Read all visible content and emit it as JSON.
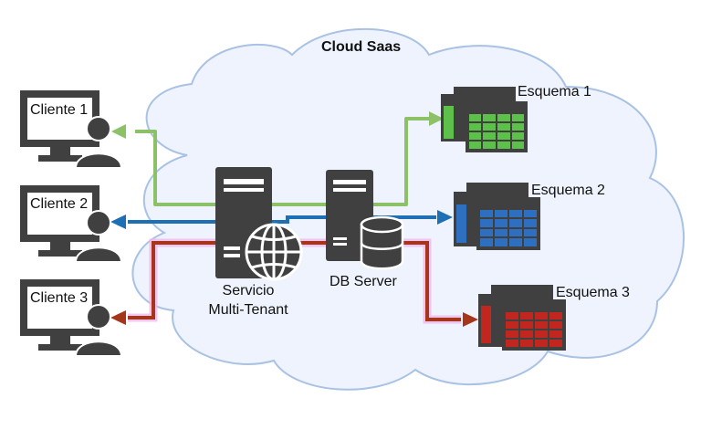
{
  "cloud": {
    "title": "Cloud Saas",
    "fill": "#eef3fd",
    "stroke": "#a9c2e3"
  },
  "clients": [
    {
      "label": "Cliente 1"
    },
    {
      "label": "Cliente 2"
    },
    {
      "label": "Cliente 3"
    }
  ],
  "service": {
    "line1": "Servicio",
    "line2": "Multi-Tenant"
  },
  "db_server": {
    "label": "DB Server"
  },
  "schemas": [
    {
      "label": "Esquema 1",
      "color": "#5dc04a"
    },
    {
      "label": "Esquema 2",
      "color": "#2f6fbf"
    },
    {
      "label": "Esquema 3",
      "color": "#c2271f"
    }
  ],
  "colors": {
    "green": "#8cc168",
    "blue": "#1f6fb5",
    "red": "#a5361c",
    "red_glow": "#f4b6ec",
    "dark": "#404040"
  }
}
